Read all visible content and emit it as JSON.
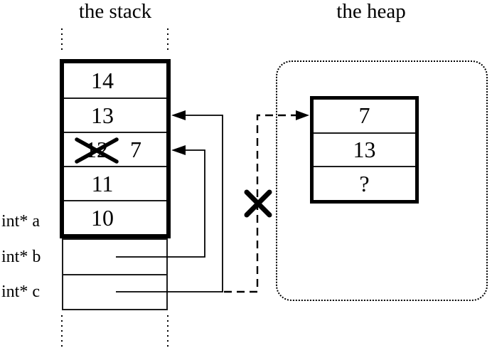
{
  "titles": {
    "stack": "the stack",
    "heap": "the heap"
  },
  "stack": {
    "cells": [
      {
        "value": "14"
      },
      {
        "value": "13"
      },
      {
        "value": "7",
        "old_value": "12",
        "old_value_crossed_out": true
      },
      {
        "value": "11"
      },
      {
        "value": "10"
      }
    ],
    "labels": [
      {
        "text": "int* a"
      },
      {
        "text": "int* b"
      },
      {
        "text": "int* c"
      }
    ]
  },
  "heap": {
    "cells": [
      {
        "value": "7"
      },
      {
        "value": "13"
      },
      {
        "value": "?"
      }
    ]
  },
  "pointers": [
    {
      "from": "int* b",
      "to": "stack cell 7 (old 12)",
      "style": "solid"
    },
    {
      "from": "int* c",
      "to": "stack cell 13",
      "style": "solid"
    },
    {
      "from": "int* c",
      "to": "heap cell 7",
      "style": "dashed",
      "crossed_out": true
    }
  ],
  "colors": {
    "line": "#000000",
    "separator": "#1c1c1c",
    "background": "#ffffff",
    "text": "#000000"
  }
}
